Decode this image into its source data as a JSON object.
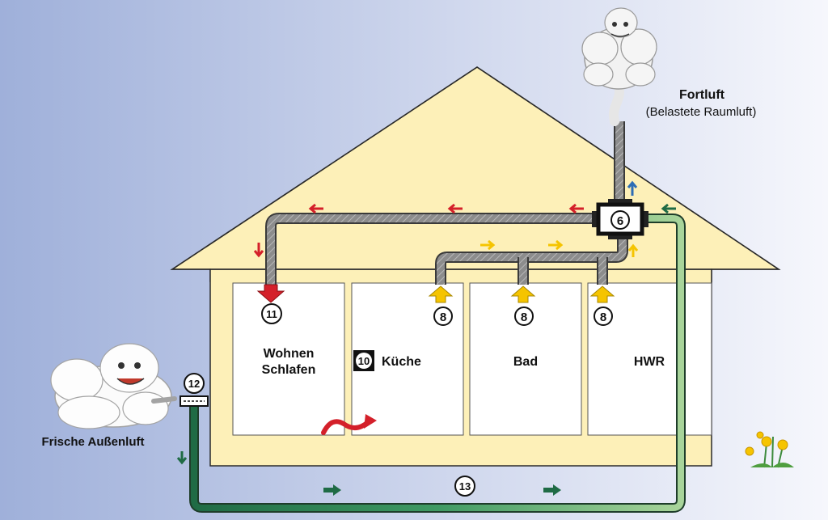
{
  "labels": {
    "fortluft_title": "Fortluft",
    "fortluft_sub": "(Belastete Raumluft)",
    "frische": "Frische Außenluft"
  },
  "rooms": [
    {
      "line1": "Wohnen",
      "line2": "Schlafen"
    },
    {
      "name": "Küche"
    },
    {
      "name": "Bad"
    },
    {
      "name": "HWR"
    }
  ],
  "markers": {
    "m6": "6",
    "m8a": "8",
    "m8b": "8",
    "m8c": "8",
    "m10": "10",
    "m11": "11",
    "m12": "12",
    "m13": "13"
  },
  "colors": {
    "background_left": "#9fb0da",
    "background_right": "#f4f5fb",
    "house": "#fdf0b8",
    "room": "#ffffff",
    "supply_arrow": "#d4202a",
    "extract_arrow": "#f5c400",
    "intake_duct": "#2e8a5a",
    "exhaust_arrow": "#2e6db5"
  }
}
